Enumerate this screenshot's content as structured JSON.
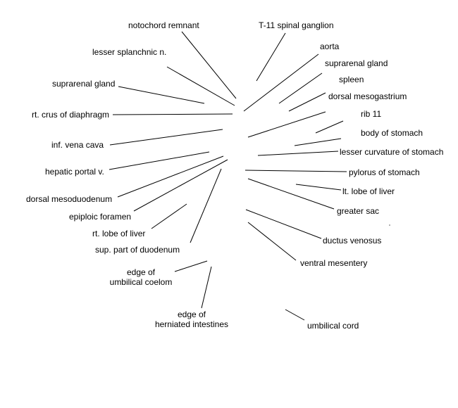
{
  "labels": {
    "notochord_remnant": "notochord remnant",
    "lesser_splanchnic": "lesser splanchnic n.",
    "suprarenal_left": "suprarenal gland",
    "rt_crus": "rt. crus of diaphragm",
    "inf_vena_cava": "inf. vena cava",
    "hepatic_portal": "hepatic portal v.",
    "dorsal_mesoduodenum": "dorsal mesoduodenum",
    "epiploic_foramen": "epiploic foramen",
    "rt_lobe_liver": "rt. lobe of liver",
    "sup_part_duodenum": "sup. part of duodenum",
    "edge_umbilical_coelom_1": "edge of",
    "edge_umbilical_coelom_2": "umbilical coelom",
    "edge_herniated_1": "edge of",
    "edge_herniated_2": "herniated intestines",
    "t11_ganglion": "T-11 spinal ganglion",
    "aorta": "aorta",
    "suprarenal_right": "suprarenal gland",
    "spleen": "spleen",
    "dorsal_mesogastrium": "dorsal mesogastrium",
    "rib_11": "rib 11",
    "body_stomach": "body of stomach",
    "lesser_curvature": "lesser curvature of stomach",
    "pylorus": "pylorus of stomach",
    "lt_lobe_liver": "lt. lobe of liver",
    "greater_sac": "greater sac",
    "ductus_venosus": "ductus venosus",
    "ventral_mesentery": "ventral mesentery",
    "umbilical_cord": "umbilical cord"
  }
}
